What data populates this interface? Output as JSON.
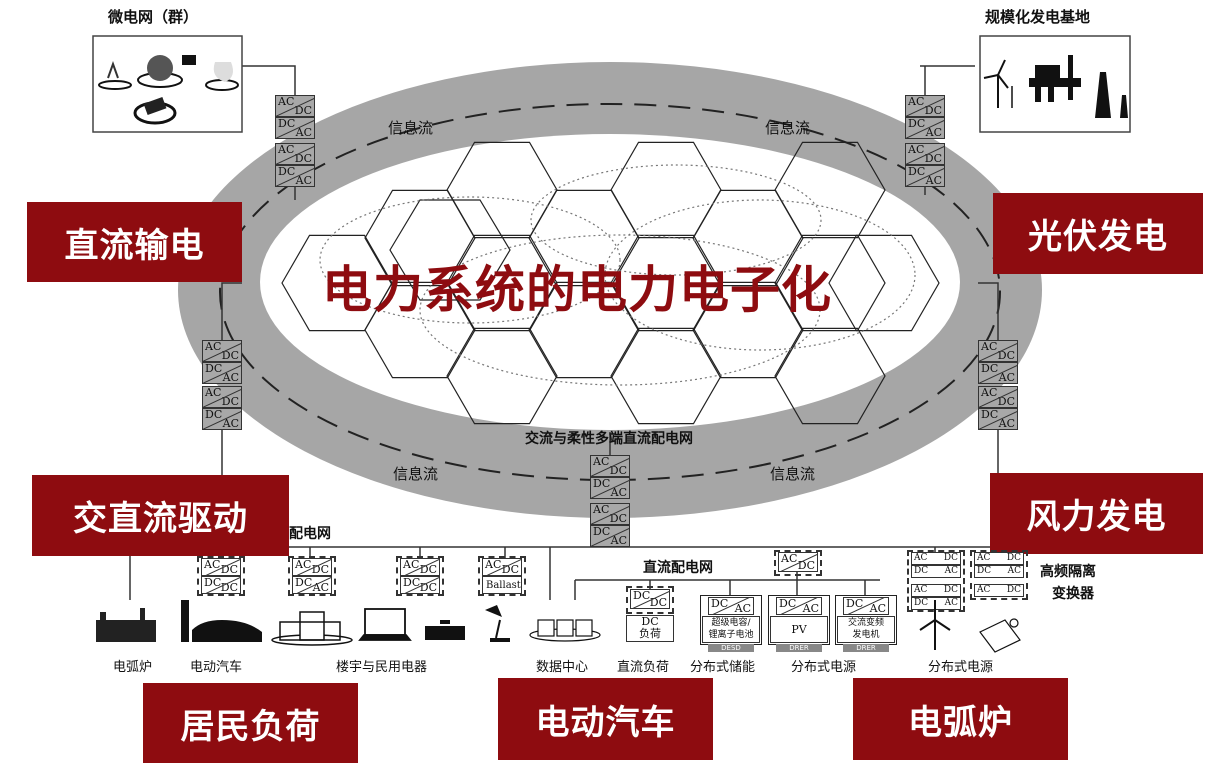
{
  "title": "电力系统的电力电子化",
  "top_labels": {
    "microgrid": "微电网（群）",
    "large_scale_base": "规模化发电基地"
  },
  "info_flow": "信息流",
  "ring_label": "交流与柔性多端直流配电网",
  "red_labels": {
    "dc_transmission": "直流输电",
    "ac_dc_drive": "交直流驱动",
    "residential_load": "居民负荷",
    "pv_generation": "光伏发电",
    "wind_generation": "风力发电",
    "electric_vehicle": "电动汽车",
    "arc_furnace": "电弧炉"
  },
  "converter": {
    "ac": "AC",
    "dc": "DC",
    "ballast": "Ballast",
    "pv": "PV"
  },
  "distribution": {
    "ac_grid_partial": "配电网",
    "dc_grid": "直流配电网",
    "hf_isolation": [
      "高频隔离",
      "变换器"
    ],
    "dc_load_box": [
      "DC",
      "负荷"
    ],
    "storage_box": [
      "超级电容/",
      "锂离子电池"
    ],
    "generator_box": [
      "交流变频",
      "发电机"
    ],
    "tags": [
      "DESD",
      "DRER",
      "DRER"
    ]
  },
  "bottom_labels": [
    "电弧炉",
    "电动汽车",
    "楼宇与民用电器",
    "数据中心",
    "直流负荷",
    "分布式储能",
    "分布式电源",
    "分布式电源"
  ]
}
